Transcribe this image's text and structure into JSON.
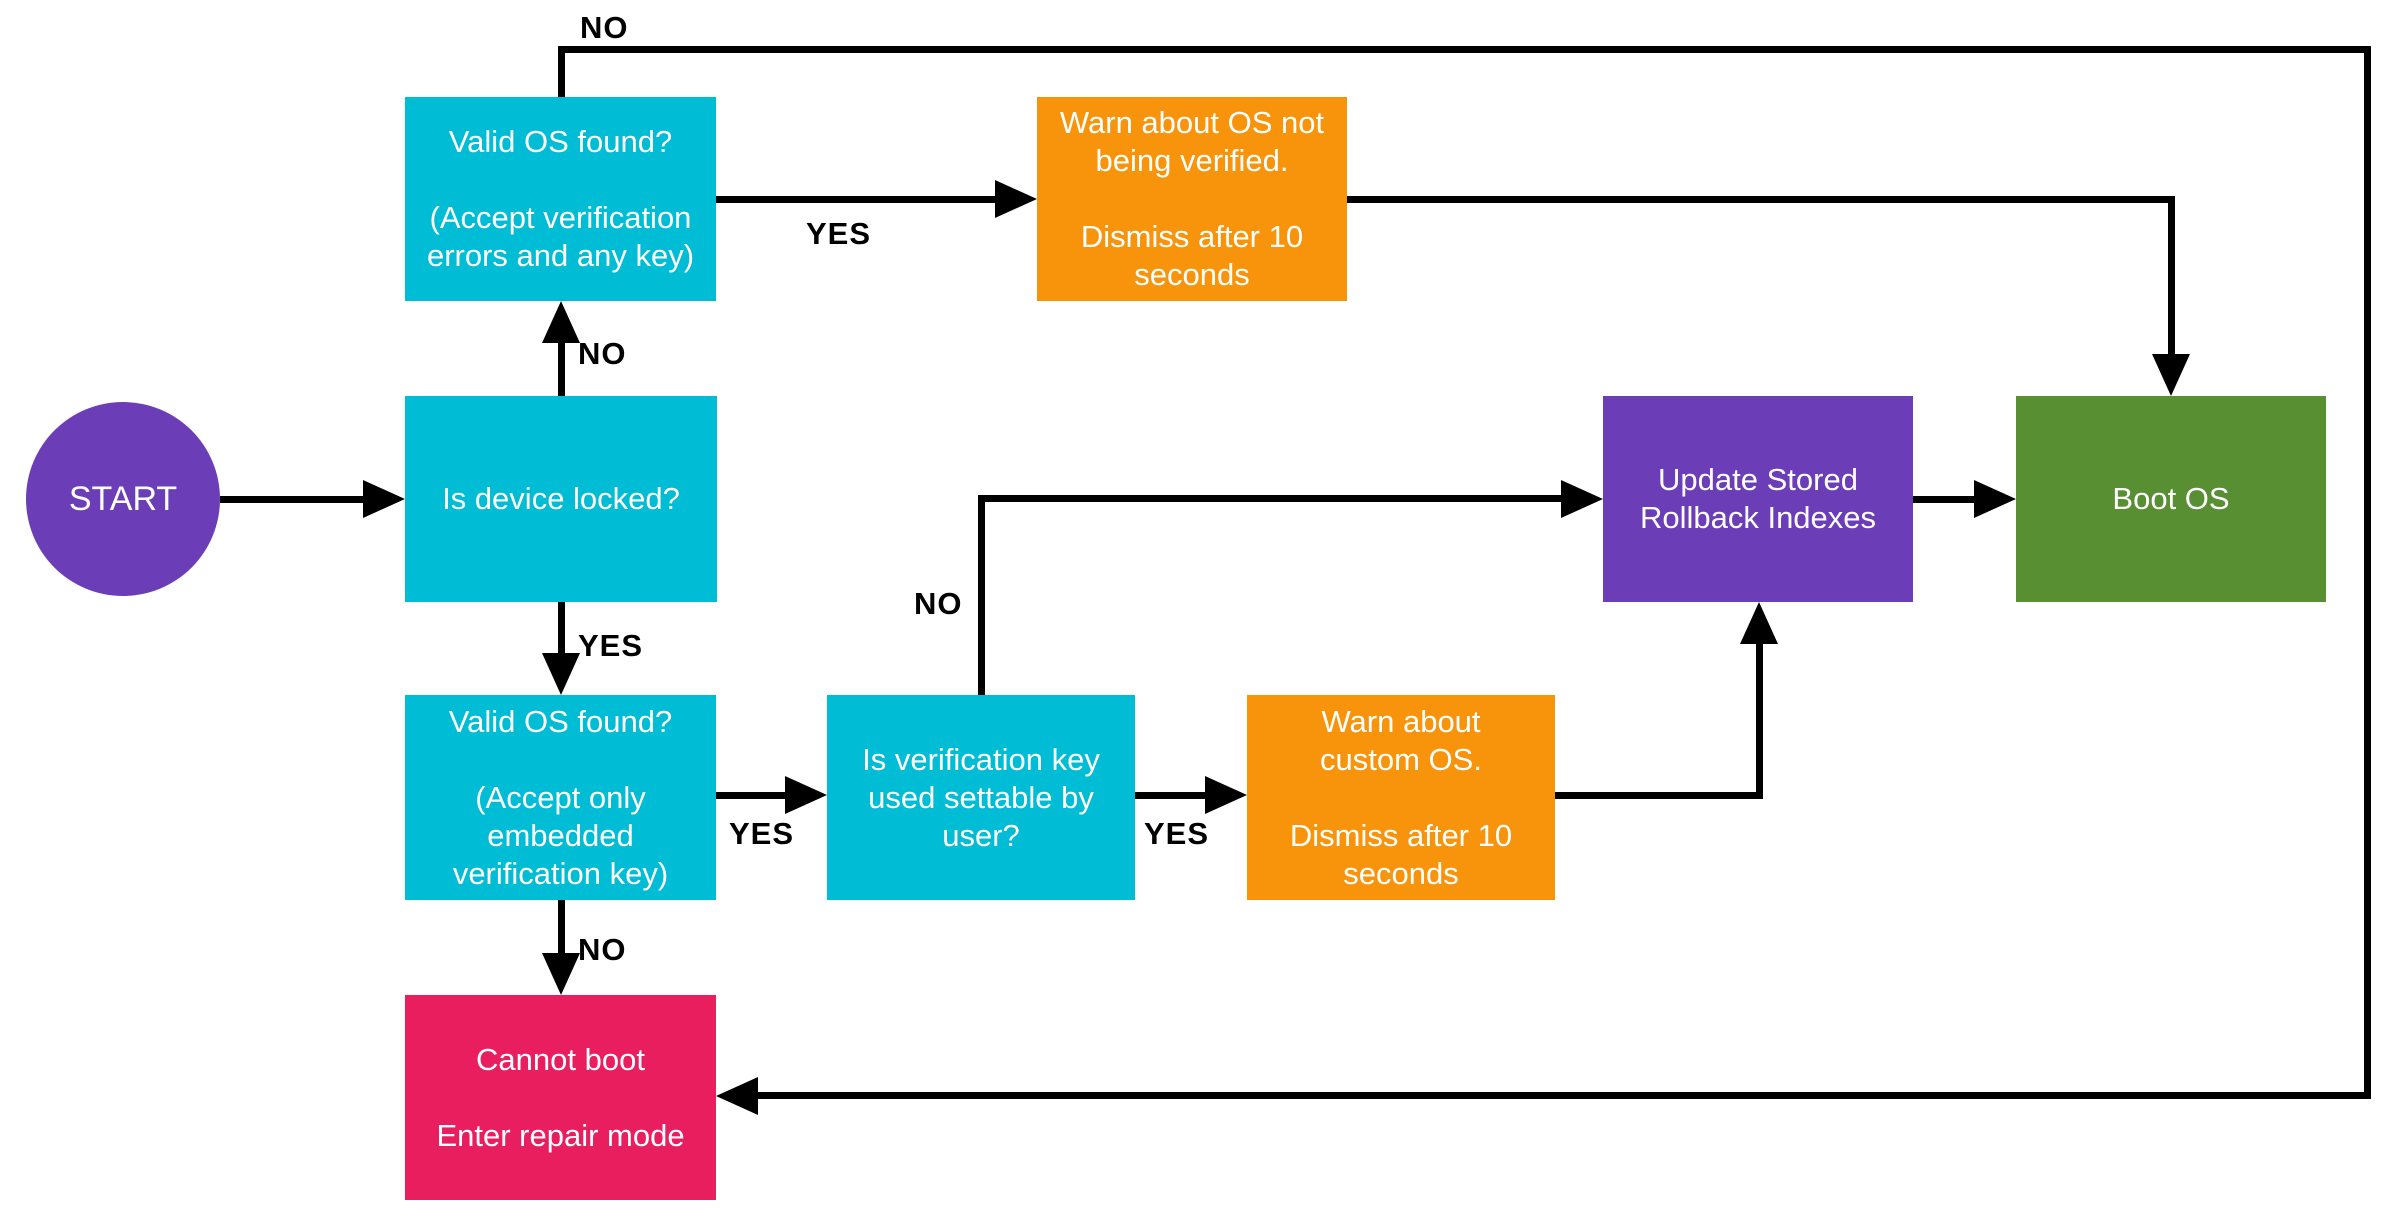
{
  "flowchart": {
    "type": "flowchart",
    "nodes": [
      {
        "id": "start",
        "shape": "circle",
        "color": "#6B3EB8",
        "label": "START"
      },
      {
        "id": "is_device_locked",
        "shape": "rect",
        "color": "#00BCD4",
        "label": "Is device locked?"
      },
      {
        "id": "valid_os_found_any_key",
        "shape": "rect",
        "color": "#00BCD4",
        "label": "Valid OS found?\n\n(Accept verification\nerrors and any key)"
      },
      {
        "id": "warn_os_not_verified",
        "shape": "rect",
        "color": "#F8940B",
        "label": "Warn about OS not\nbeing verified.\n\nDismiss after 10\nseconds"
      },
      {
        "id": "valid_os_found_embedded_key",
        "shape": "rect",
        "color": "#00BCD4",
        "label": "Valid OS found?\n\n(Accept only\nembedded\nverification key)"
      },
      {
        "id": "is_verification_key_settable",
        "shape": "rect",
        "color": "#00BCD4",
        "label": "Is verification key\nused settable by\nuser?"
      },
      {
        "id": "warn_custom_os",
        "shape": "rect",
        "color": "#F8940B",
        "label": "Warn about\ncustom OS.\n\nDismiss after 10\nseconds"
      },
      {
        "id": "update_rollback_indexes",
        "shape": "rect",
        "color": "#6B3EB8",
        "label": "Update Stored\nRollback Indexes"
      },
      {
        "id": "boot_os",
        "shape": "rect",
        "color": "#588F33",
        "label": "Boot OS"
      },
      {
        "id": "cannot_boot",
        "shape": "rect",
        "color": "#E91E5F",
        "label": "Cannot boot\n\nEnter repair mode"
      }
    ],
    "edges": [
      {
        "from": "start",
        "to": "is_device_locked",
        "label": ""
      },
      {
        "from": "is_device_locked",
        "to": "valid_os_found_any_key",
        "label": "NO"
      },
      {
        "from": "is_device_locked",
        "to": "valid_os_found_embedded_key",
        "label": "YES"
      },
      {
        "from": "valid_os_found_any_key",
        "to": "cannot_boot",
        "label": "NO"
      },
      {
        "from": "valid_os_found_any_key",
        "to": "warn_os_not_verified",
        "label": "YES"
      },
      {
        "from": "warn_os_not_verified",
        "to": "boot_os",
        "label": ""
      },
      {
        "from": "valid_os_found_embedded_key",
        "to": "is_verification_key_settable",
        "label": "YES"
      },
      {
        "from": "valid_os_found_embedded_key",
        "to": "cannot_boot",
        "label": "NO"
      },
      {
        "from": "is_verification_key_settable",
        "to": "update_rollback_indexes",
        "label": "NO"
      },
      {
        "from": "is_verification_key_settable",
        "to": "warn_custom_os",
        "label": "YES"
      },
      {
        "from": "warn_custom_os",
        "to": "update_rollback_indexes",
        "label": ""
      },
      {
        "from": "update_rollback_indexes",
        "to": "boot_os",
        "label": ""
      }
    ],
    "colors": {
      "node_cyan": "#00BCD4",
      "node_purple": "#6B3EB8",
      "node_orange": "#F8940B",
      "node_green": "#588F33",
      "node_pink": "#E91E5F",
      "node_text": "#FFFFFF",
      "edge_line": "#000000",
      "edge_label_text": "#000000",
      "background": "#FFFFFF"
    }
  }
}
